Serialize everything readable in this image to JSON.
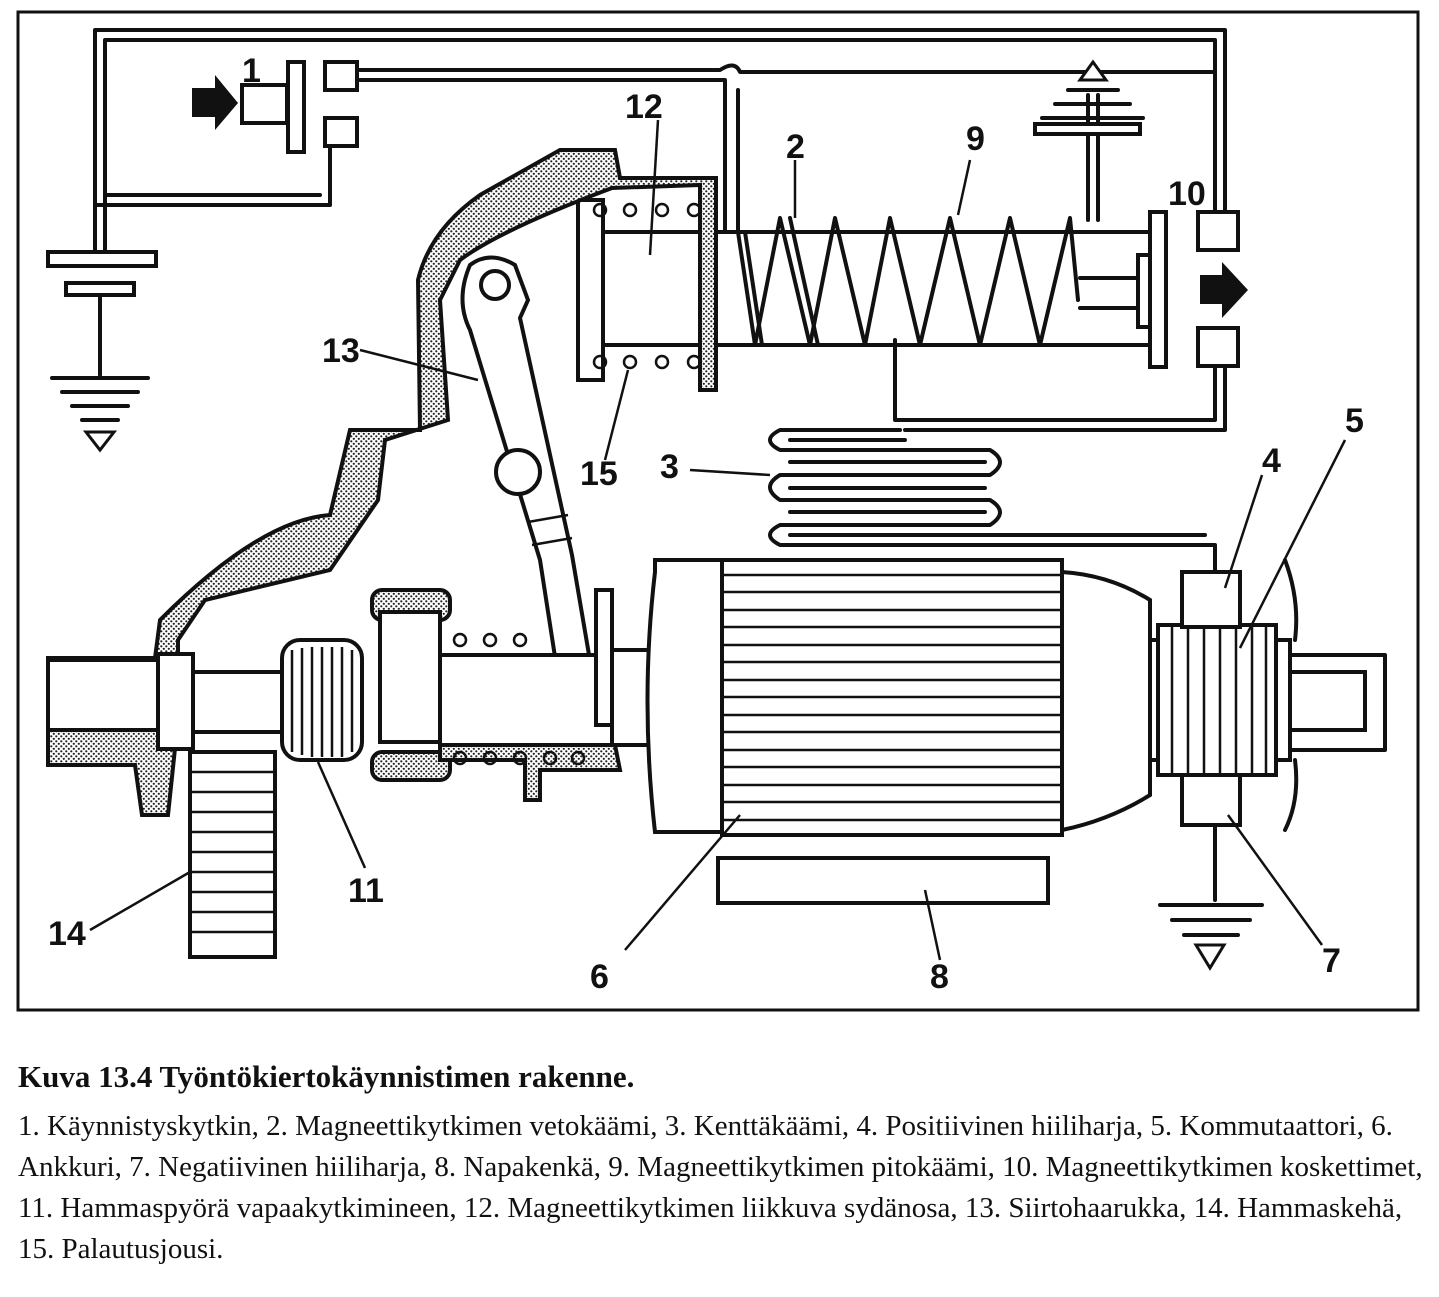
{
  "caption": {
    "title": "Kuva 13.4 Työntökiertokäynnistimen rakenne.",
    "body": "1. Käynnistyskytkin, 2. Magneettikytkimen vetokäämi, 3. Kenttäkäämi, 4. Positiivinen hiiliharja, 5. Kommutaattori, 6. Ankkuri, 7. Negatiivinen hiiliharja, 8. Napakenkä, 9. Magneettikytkimen pitokäämi, 10. Magneettikytkimen koskettimet, 11. Hammaspyörä vapaakytkimineen, 12. Magneettikytkimen liikkuva sydänosa, 13. Siirtohaarukka, 14. Hammaskehä, 15. Palautusjousi."
  },
  "labels": {
    "l1": "1",
    "l2": "2",
    "l3": "3",
    "l4": "4",
    "l5": "5",
    "l6": "6",
    "l7": "7",
    "l8": "8",
    "l9": "9",
    "l10": "10",
    "l11": "11",
    "l12": "12",
    "l13": "13",
    "l14": "14",
    "l15": "15"
  }
}
